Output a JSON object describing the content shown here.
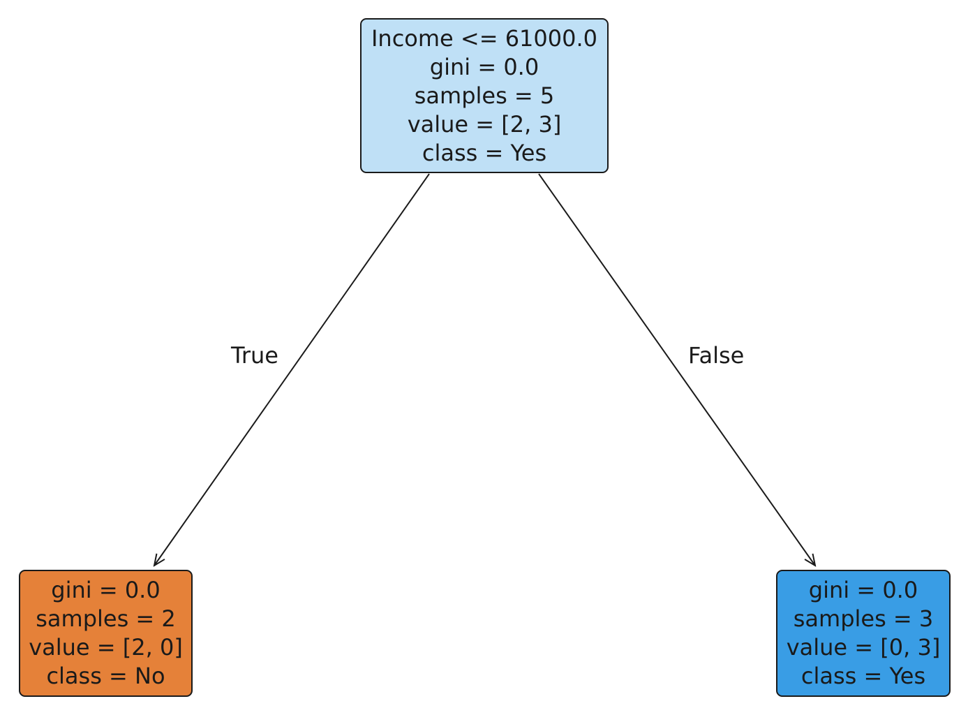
{
  "tree": {
    "root": {
      "color": "#bfe0f6",
      "lines": [
        "Income <= 61000.0",
        "gini = 0.0",
        "samples = 5",
        "value = [2, 3]",
        "class = Yes"
      ]
    },
    "left": {
      "color": "#e58139",
      "lines": [
        "gini = 0.0",
        "samples = 2",
        "value = [2, 0]",
        "class = No"
      ]
    },
    "right": {
      "color": "#399de5",
      "lines": [
        "gini = 0.0",
        "samples = 3",
        "value = [0, 3]",
        "class = Yes"
      ]
    },
    "edges": {
      "true_label": "True",
      "false_label": "False"
    }
  }
}
